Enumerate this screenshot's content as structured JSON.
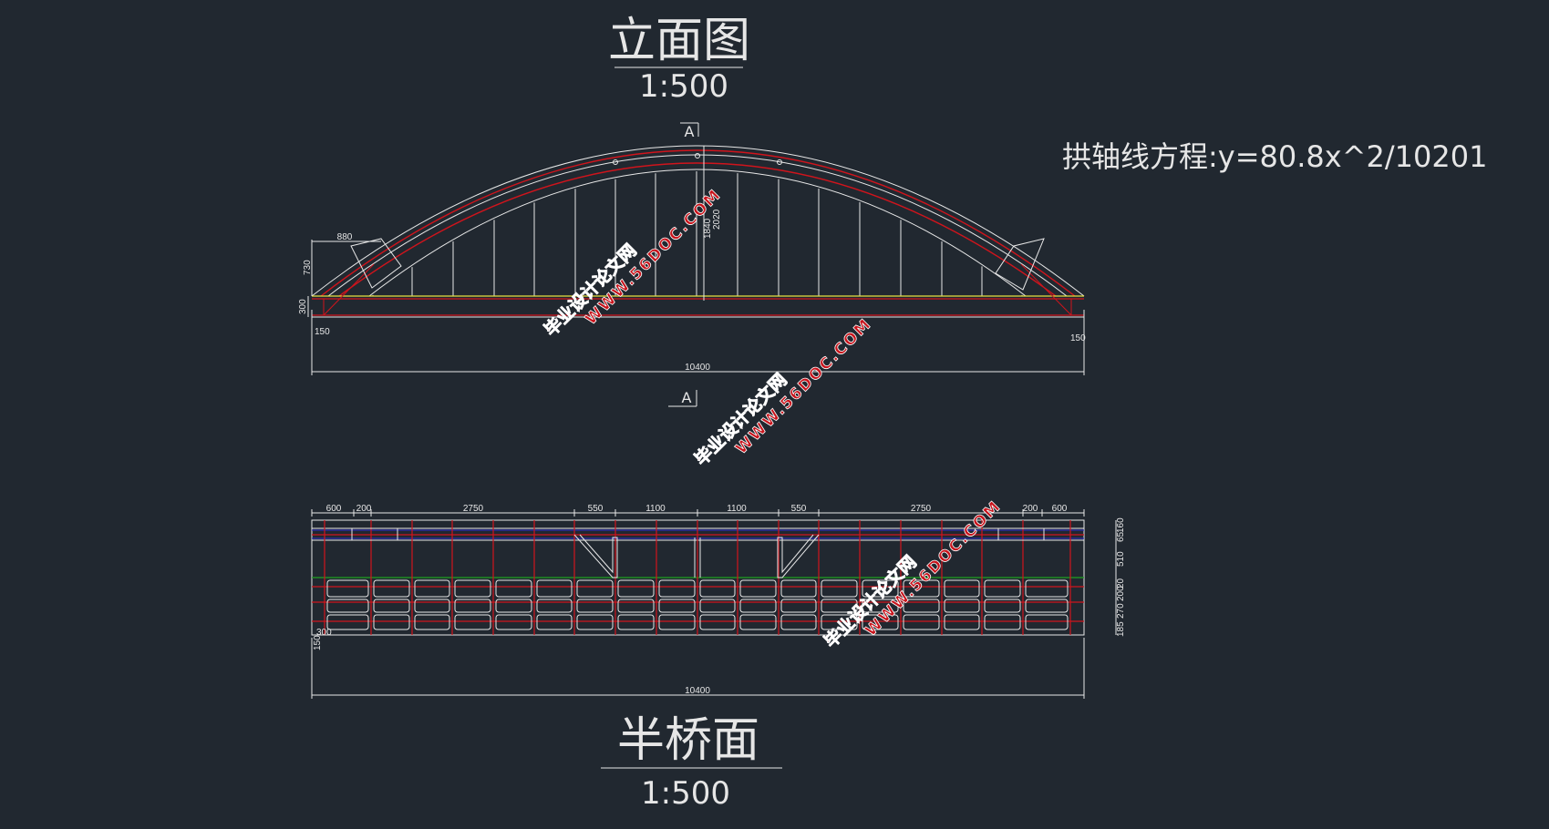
{
  "elevation": {
    "title": "立面图",
    "scale": "1:500",
    "section_mark": "A",
    "equation": "拱轴线方程:y=80.8x^2/10201",
    "dims": {
      "span": "10400",
      "skew": "880",
      "height_left": "730",
      "deck": "300",
      "end_left": "150",
      "end_right": "150",
      "rise_inner": "1840",
      "rise_outer": "2020"
    }
  },
  "plan": {
    "title": "半桥面",
    "scale": "1:500",
    "top_dims": [
      "600",
      "200",
      "2750",
      "550",
      "1100",
      "1100",
      "550",
      "2750",
      "200",
      "600"
    ],
    "right_dims": [
      "160",
      "65",
      "510",
      "20",
      "200",
      "270",
      "185"
    ],
    "left_dims": [
      "300",
      "150"
    ],
    "span": "10400"
  },
  "watermark": {
    "name": "毕业设计论文网",
    "url": "WWW.56DOC.COM"
  },
  "colors": {
    "background": "#212830",
    "red": "#d0141c",
    "line": "#e8e8e8",
    "yellow": "#e8e040",
    "green": "#1fa21f",
    "blue": "#3030d0"
  }
}
